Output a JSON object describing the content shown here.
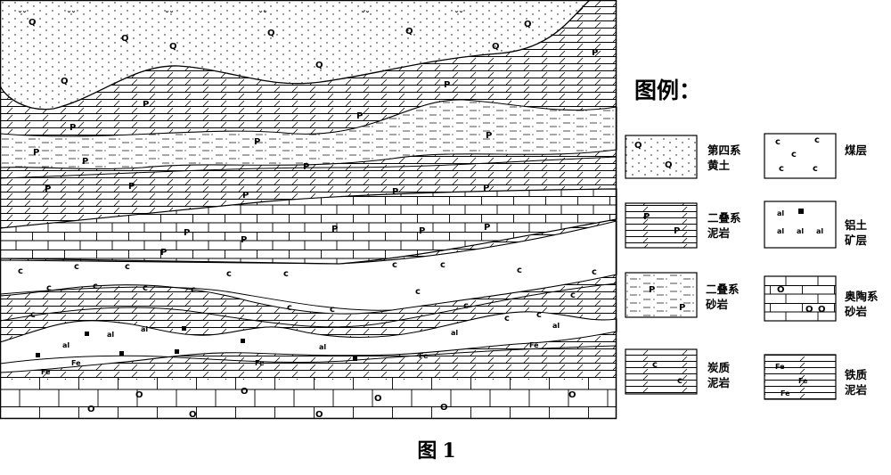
{
  "legend": {
    "title": "图例：",
    "items": [
      {
        "label_line1": "第四系",
        "label_line2": "黄土",
        "symbol": "loess-pattern"
      },
      {
        "label_line1": "",
        "label_line2": "煤层",
        "symbol": "coal-pattern"
      },
      {
        "label_line1": "二叠系",
        "label_line2": "泥岩",
        "symbol": "permian-mudstone-pattern"
      },
      {
        "label_line1": "铝土",
        "label_line2": "矿层",
        "symbol": "bauxite-pattern"
      },
      {
        "label_line1": "二叠系",
        "label_line2": "砂岩",
        "symbol": "permian-sandstone-pattern"
      },
      {
        "label_line1": "奥陶系",
        "label_line2": "砂岩",
        "symbol": "ordovician-sandstone-pattern"
      },
      {
        "label_line1": "炭质",
        "label_line2": "泥岩",
        "symbol": "carbonaceous-mudstone-pattern"
      },
      {
        "label_line1": "铁质",
        "label_line2": "泥岩",
        "symbol": "ferruginous-mudstone-pattern"
      }
    ]
  },
  "caption": {
    "prefix": "图",
    "number": "1"
  },
  "symbols": {
    "quaternary_a": "Q",
    "quaternary_b": "ˇˇ",
    "permian": "P",
    "carbonaceous": "c",
    "bauxite": "al",
    "ferruginous": "Fe",
    "ordovician": "O"
  }
}
